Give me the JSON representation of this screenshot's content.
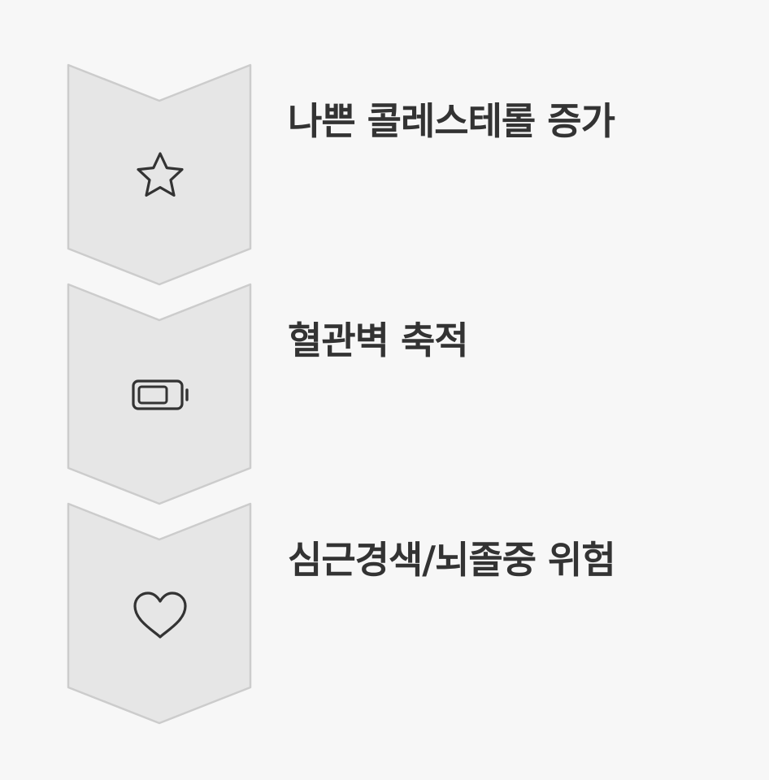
{
  "steps": [
    {
      "title": "나쁜 콜레스테롤 증가",
      "icon": "star-icon"
    },
    {
      "title": "혈관벽 축적",
      "icon": "battery-icon"
    },
    {
      "title": "심근경색/뇌졸중 위험",
      "icon": "heart-icon"
    }
  ],
  "colors": {
    "background": "#f7f7f7",
    "chevron_fill": "#e6e6e6",
    "chevron_stroke": "#cccccc",
    "icon_stroke": "#333333",
    "title_text": "#333333"
  }
}
